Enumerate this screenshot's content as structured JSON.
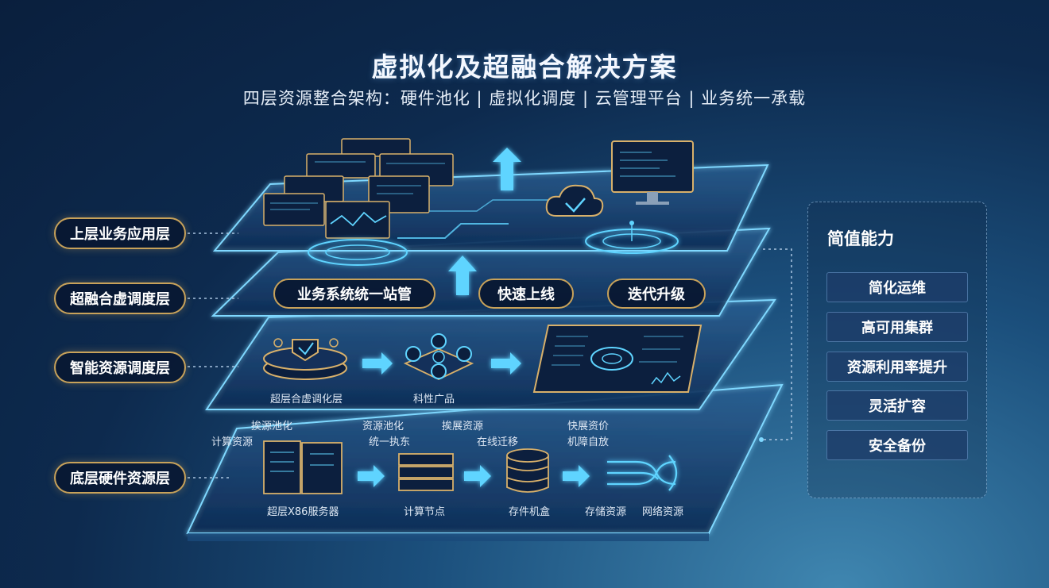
{
  "header": {
    "title": "虚拟化及超融合解决方案",
    "subtitle": "四层资源整合架构：硬件池化 | 虚拟化调度 | 云管理平台 | 业务统一承载"
  },
  "layers": [
    {
      "label": "上层业务应用层"
    },
    {
      "label": "超融合虚调度层"
    },
    {
      "label": "智能资源调度层"
    },
    {
      "label": "底层硬件资源层"
    }
  ],
  "scheduling_pills": [
    "业务系统统一站管",
    "快速上线",
    "迭代升级"
  ],
  "resource_layer_labels": [
    "超层合虚调化层",
    "科性广品"
  ],
  "hardware_top_labels": [
    "挨源池化",
    "计算资源",
    "资源池化",
    "统一执东",
    "挨展资源",
    "在线迁移",
    "快展资价",
    "机障自放"
  ],
  "hardware_bottom_labels": [
    "超层X86服务器",
    "计算节点",
    "存件机盒",
    "存储资源",
    "网络资源"
  ],
  "value_panel": {
    "title": "简值能力",
    "items": [
      "简化运维",
      "高可用集群",
      "资源利用率提升",
      "灵活扩容",
      "安全备份"
    ]
  },
  "colors": {
    "accent_gold": "#c8a25a",
    "glow_cyan": "#5fd4ff",
    "panel_dark": "#0a1f3d"
  }
}
